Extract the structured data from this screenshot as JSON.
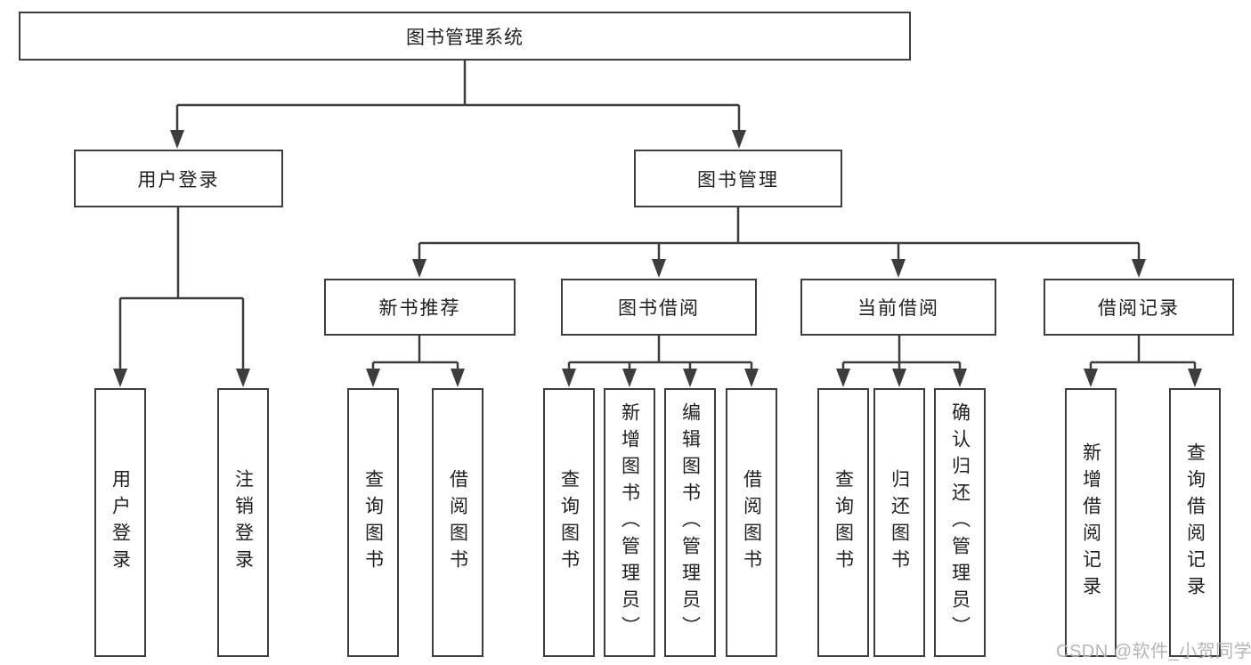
{
  "root": {
    "label": "图书管理系统"
  },
  "branches": {
    "user_login": {
      "label": "用户登录",
      "children": [
        {
          "label": "用户登录"
        },
        {
          "label": "注销登录"
        }
      ]
    },
    "book_management": {
      "label": "图书管理",
      "sections": [
        {
          "label": "新书推荐",
          "children": [
            {
              "label": "查询图书"
            },
            {
              "label": "借阅图书"
            }
          ]
        },
        {
          "label": "图书借阅",
          "children": [
            {
              "label": "查询图书"
            },
            {
              "label": "新增图书（管理员）"
            },
            {
              "label": "编辑图书（管理员）"
            },
            {
              "label": "借阅图书"
            }
          ]
        },
        {
          "label": "当前借阅",
          "children": [
            {
              "label": "查询图书"
            },
            {
              "label": "归还图书"
            },
            {
              "label": "确认归还（管理员）"
            }
          ]
        },
        {
          "label": "借阅记录",
          "children": [
            {
              "label": "新增借阅记录"
            },
            {
              "label": "查询借阅记录"
            }
          ]
        }
      ]
    }
  },
  "watermark": "CSDN @软件_小贺同学",
  "colors": {
    "line": "#3d3d3d",
    "text": "#1f1f1f",
    "bg": "#ffffff",
    "watermark": "#b5b5b5"
  }
}
